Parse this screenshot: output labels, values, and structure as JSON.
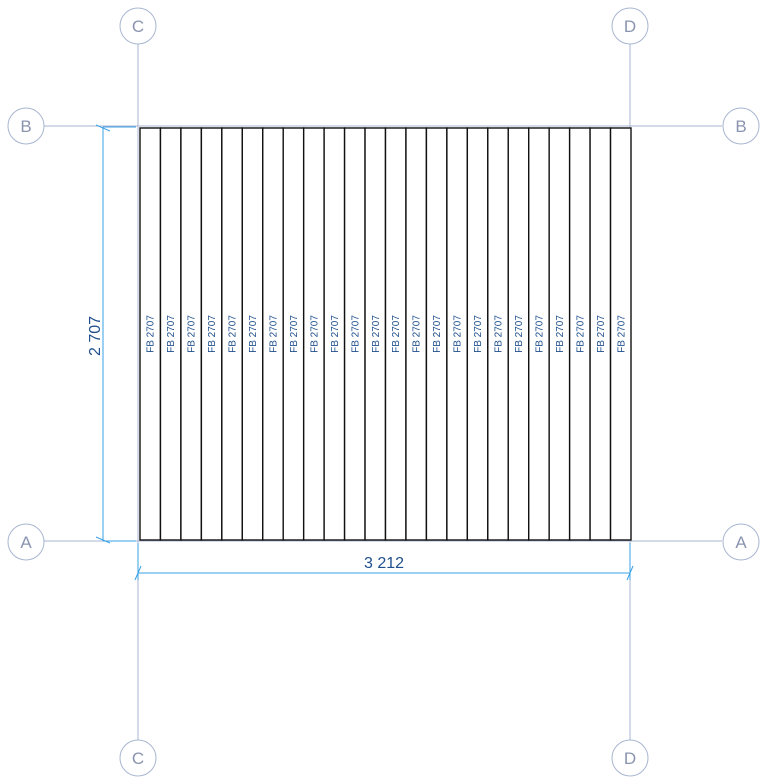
{
  "grid_labels": {
    "top_left": "C",
    "top_right": "D",
    "bottom_left": "C",
    "bottom_right": "D",
    "upper_left": "B",
    "upper_right": "B",
    "lower_left": "A",
    "lower_right": "A"
  },
  "dimensions": {
    "height": "2 707",
    "width": "3 212"
  },
  "planks": {
    "count": 24,
    "label": "FB 2707"
  },
  "colors": {
    "grid": "#a8b6d0",
    "dimension": "#3aa0e6",
    "text": "#1f4f8c",
    "plank": "#111111"
  }
}
